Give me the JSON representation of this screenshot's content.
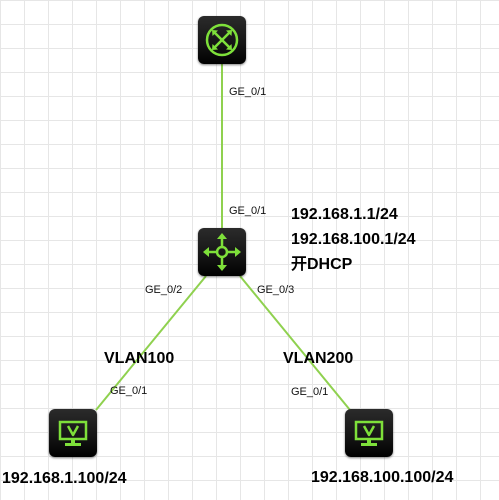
{
  "colors": {
    "link": "#8fd14f",
    "accent_green": "#7ee03a",
    "device_bg": "#141414",
    "grid": "#e6e6e6"
  },
  "devices": {
    "core_switch": {
      "icon": "switch-icon"
    },
    "router": {
      "icon": "router-icon"
    },
    "pc_left": {
      "icon": "pc-icon"
    },
    "pc_right": {
      "icon": "pc-icon"
    }
  },
  "ports": {
    "core_to_router": "GE_0/1",
    "router_to_core": "GE_0/1",
    "router_to_pc_left": "GE_0/2",
    "router_to_pc_right": "GE_0/3",
    "pc_left_port": "GE_0/1",
    "pc_right_port": "GE_0/1"
  },
  "router_notes": {
    "ip1": "192.168.1.1/24",
    "ip2": "192.168.100.1/24",
    "dhcp": "开DHCP"
  },
  "vlans": {
    "left": "VLAN100",
    "right": "VLAN200"
  },
  "pcs": {
    "left_ip": "192.168.1.100/24",
    "right_ip": "192.168.100.100/24"
  }
}
